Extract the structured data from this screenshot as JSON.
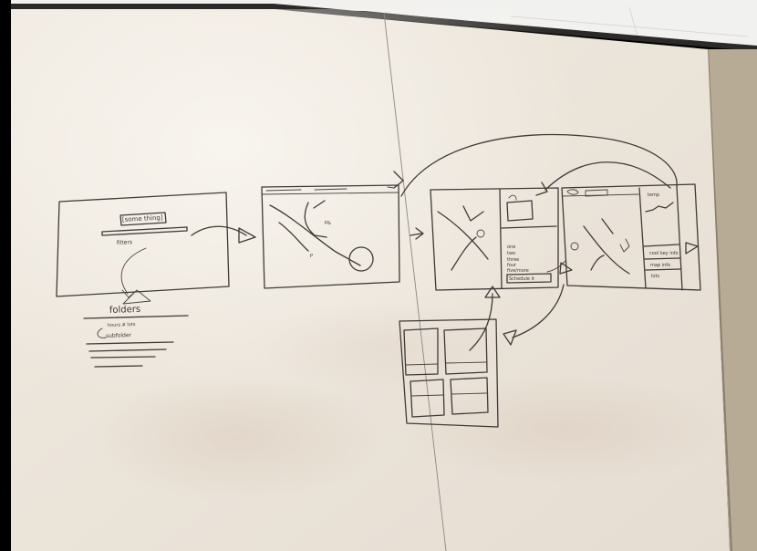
{
  "scene": {
    "search_box_text": "[some thing]",
    "filters_label": "filters",
    "folders_heading": "folders",
    "folders_sub_line": "hours  #  lots",
    "subfolder_label": "subfolder",
    "panel3_list": [
      "one",
      "two",
      "three",
      "four",
      "five/more"
    ],
    "panel3_button": "Schedule it",
    "panel4_top_label": "temp",
    "panel4_items": [
      "cool key info",
      "map info",
      "lots"
    ]
  },
  "colors": {
    "whiteboard": "#ede6dc",
    "wall": "#b6aa94",
    "ceiling": "#f0f0ee",
    "marker_ink": "#3e3a36"
  }
}
